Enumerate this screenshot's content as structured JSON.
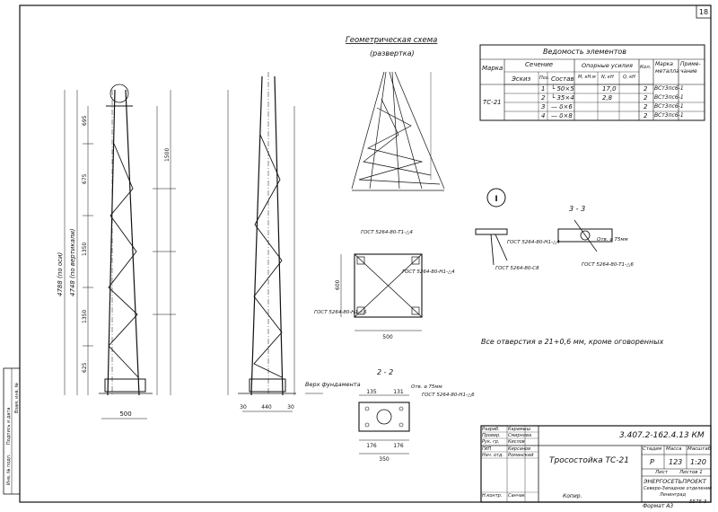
{
  "sheet": {
    "page_number": "18",
    "code": "3.407.2-162.4.13 КМ",
    "title": "Тросостойка ТС-21",
    "stage": "Р",
    "mass": "123",
    "scale": "1:20",
    "sheet_label": "Лист",
    "sheets_label": "Листов 1",
    "stage_label": "Стадия",
    "mass_label": "Масса",
    "scale_label": "Масштаб",
    "org": "ЭНЕРГОСЕТЬПРОЕКТ",
    "org_sub": "Северо-Западное отделение",
    "org_city": "Ленинград",
    "format": "Формат А3",
    "copied": "Копир.",
    "stamp": "5575-3",
    "inv_number": "Н.контр. Санчак"
  },
  "signatures": [
    {
      "role": "Разраб.",
      "name": "Карамыш"
    },
    {
      "role": "Провер.",
      "name": "Смирнова"
    },
    {
      "role": "Рук. гр.",
      "name": "Кислов"
    },
    {
      "role": "ГИП",
      "name": "Кирсанов"
    },
    {
      "role": "Нач. отд.",
      "name": "Романский"
    },
    {
      "role": "Н.контр.",
      "name": "Санчак"
    }
  ],
  "side_stamp": [
    "Инв. № подл.",
    "Подпись и дата",
    "Взам. инв. №"
  ],
  "schema": {
    "title": "Геометрическая схема",
    "subtitle": "(развертка)"
  },
  "elements_table": {
    "title": "Ведомость элементов",
    "headers": {
      "mark": "Марка",
      "section": "Сечение",
      "sketch": "Эскиз",
      "pos": "Поз.",
      "composition": "Состав",
      "forces": "Опорные усилия",
      "m": "М, кН.м",
      "n": "N, кН",
      "q": "Q, кН",
      "qty": "Кол.",
      "steel": "Марка металла",
      "note": "Приме-чание"
    },
    "mark_value": "ТС-21",
    "rows": [
      {
        "pos": "1",
        "comp": "└ 50×5",
        "m": "",
        "n": "17,0",
        "q": "",
        "qty": "2",
        "steel": "ВСт3пс6-1"
      },
      {
        "pos": "2",
        "comp": "└ 35×4",
        "m": "",
        "n": "2,8",
        "q": "",
        "qty": "2",
        "steel": "ВСт3пс6-1"
      },
      {
        "pos": "3",
        "comp": "— δ×6",
        "m": "",
        "n": "",
        "q": "",
        "qty": "2",
        "steel": "ВСт3пс6-1"
      },
      {
        "pos": "4",
        "comp": "— δ×8",
        "m": "",
        "n": "",
        "q": "",
        "qty": "2",
        "steel": "ВСт3пс6-1"
      }
    ]
  },
  "notes": {
    "holes": "Все отверстия ⌀ 21+0,6 мм, кроме оговоренных",
    "view_I": "I",
    "section_3": "3 - 3",
    "section_2": "2 - 2",
    "hole_75a": "Отв. ⌀ 75мм",
    "hole_75b": "Отв. ⌀ 75мм",
    "top_of_foundation": "Верх фундамента"
  },
  "dims": {
    "total_axis": "4788 (по оси)",
    "total_vert": "4748 (по вертикали)",
    "v695": "695",
    "v675": "675",
    "v1350a": "1350",
    "v1350b": "1350",
    "v625": "625",
    "v1500": "1500",
    "base": "500",
    "d440": "440",
    "d30a": "30",
    "d30b": "30",
    "plate_a": "135",
    "plate_b": "131",
    "plate_c": "176",
    "plate_d": "176",
    "plate_e": "350",
    "sec_width": "500",
    "sec_height": "600",
    "g1": "ГОСТ 5264-80-Т1-△4",
    "g2": "ГОСТ 5264-80-Н1-△4",
    "g3": "ГОСТ 5264-80-Н1-△6",
    "g4": "ГОСТ 5264-80-С8",
    "g5": "ГОСТ 5264-80-Н1-△4",
    "g6": "ГОСТ 5264-80-Т1-△6",
    "g7": "ГОСТ 5264-80-Н1-△6"
  }
}
